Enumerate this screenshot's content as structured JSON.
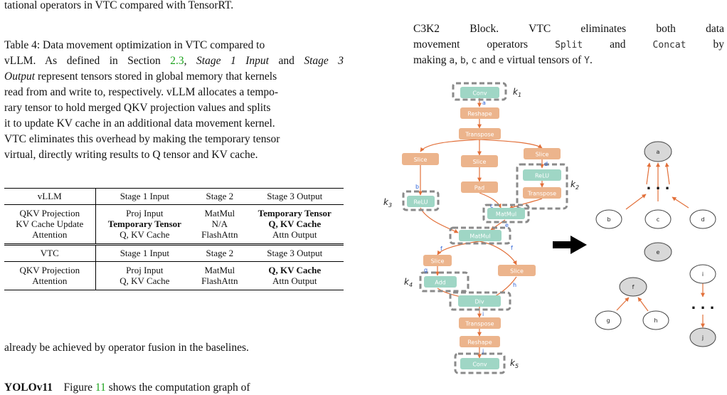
{
  "text": {
    "l0": "tational operators in VTC compared with TensorRT.",
    "cap_l1": "Table 4: Data movement optimization in VTC compared to",
    "cap_l2a": "vLLM. As defined in Section ",
    "cap_l2_ref": "2.3",
    "cap_l2b": ", ",
    "cap_l2_it1": "Stage 1 Input",
    "cap_l2c": " and ",
    "cap_l2_it2": "Stage 3",
    "cap_l3_it": "Output",
    "cap_l3b": " represent tensors stored in global memory that kernels",
    "cap_l4": "read from and write to, respectively. vLLM allocates a tempo-",
    "cap_l5": "rary tensor to hold merged QKV projection values and splits",
    "cap_l6": "it to update KV cache in an additional data movement kernel.",
    "cap_l7": "VTC eliminates this overhead by making the temporary tensor",
    "cap_l8": "virtual, directly writing results to Q tensor and KV cache.",
    "after_table": "already be achieved by operator fusion in the baselines.",
    "yolo_head": "YOLOv11",
    "yolo_text": "Figure ",
    "yolo_ref": "11",
    "yolo_rest": " shows the computation graph of",
    "r1": "C3K2 Block.  VTC eliminates both data",
    "r2a": "movement operators ",
    "r2_split": "Split",
    "r2b": " and ",
    "r2_concat": "Concat",
    "r2c": " by",
    "r3a": "making ",
    "r3_a": "a",
    "r3_sep1": ", ",
    "r3_b": "b",
    "r3_sep2": ", ",
    "r3_c": "c",
    "r3_and": " and ",
    "r3_e": "e",
    "r3_mid": " virtual tensors of ",
    "r3_y": "Y",
    "r3_end": "."
  },
  "table": {
    "vllm_header": [
      "vLLM",
      "Stage 1 Input",
      "Stage 2",
      "Stage 3 Output"
    ],
    "vllm_rows": [
      [
        "QKV Projection",
        "Proj Input",
        "MatMul",
        "Temporary Tensor"
      ],
      [
        "KV Cache Update",
        "Temporary Tensor",
        "N/A",
        "Q, KV Cache"
      ],
      [
        "Attention",
        "Q, KV Cache",
        "FlashAttn",
        "Attn Output"
      ]
    ],
    "vtc_header": [
      "VTC",
      "Stage 1 Input",
      "Stage 2",
      "Stage 3 Output"
    ],
    "vtc_rows": [
      [
        "QKV Projection",
        "Proj Input",
        "MatMul",
        "Q, KV Cache"
      ],
      [
        "Attention",
        "Q, KV Cache",
        "FlashAttn",
        "Attn Output"
      ]
    ]
  },
  "graph": {
    "nodes": {
      "conv_top": "Conv",
      "reshape_top": "Reshape",
      "transpose_top": "Transpose",
      "slice_left": "Slice",
      "slice_mid": "Slice",
      "slice_right": "Slice",
      "relu_right": "ReLU",
      "transpose_right": "Transpose",
      "pad": "Pad",
      "relu_left": "ReLU",
      "matmul_1": "MatMul",
      "matmul_2": "MatMul",
      "slice_b1": "Slice",
      "slice_b2": "Slice",
      "add": "Add",
      "div": "Div",
      "transpose_bottom": "Transpose",
      "reshape_bottom": "Reshape",
      "conv_bottom": "Conv"
    },
    "edges": {
      "a": "a",
      "b": "b",
      "c": "c",
      "d": "d",
      "e": "e",
      "f1": "f",
      "f2": "f",
      "g": "g",
      "h": "h",
      "i": "i",
      "j": "j"
    },
    "kernels": {
      "k1": "k",
      "k1_sub": "1",
      "k2": "k",
      "k2_sub": "2",
      "k3": "k",
      "k3_sub": "3",
      "k4": "k",
      "k4_sub": "4",
      "k5": "k",
      "k5_sub": "5"
    },
    "tensors": {
      "a": "a",
      "b": "b",
      "c": "c",
      "d": "d",
      "e": "e",
      "f": "f",
      "g": "g",
      "h": "h",
      "i": "i",
      "j": "j",
      "dots1": ". . .",
      "dots2": ". . ."
    }
  },
  "colors": {
    "green": "#9fd6c5",
    "orange": "#ecb48c",
    "edge": "#e2703a",
    "label": "#2f63d6",
    "grey_node": "#d8d8d8",
    "kernel_box": "#8a8a8a"
  }
}
